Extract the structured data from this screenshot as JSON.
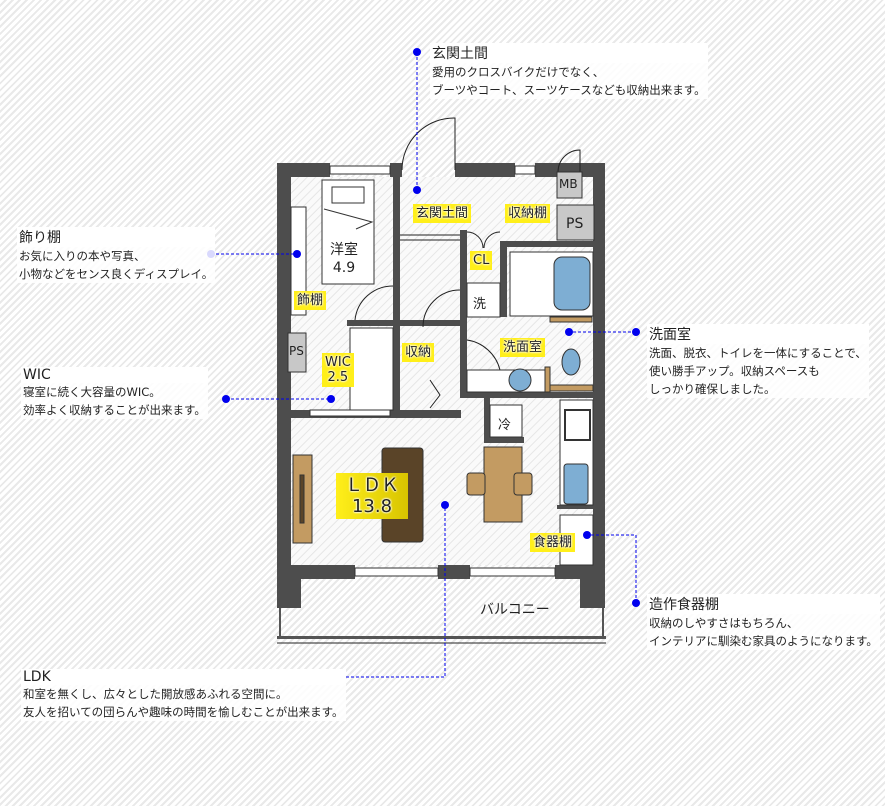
{
  "rooms": {
    "bedroom": {
      "name": "洋室",
      "size": "4.9"
    },
    "wic": {
      "name": "WIC",
      "size": "2.5"
    },
    "ldk": {
      "name": "ＬＤＫ",
      "size": "13.8"
    },
    "entrance": "玄関土間",
    "entrance_shelf": "収納棚",
    "deco_shelf": "飾棚",
    "closet": "CL",
    "storage": "収納",
    "washer": "洗",
    "washroom": "洗面室",
    "fridge": "冷",
    "dish_shelf": "食器棚",
    "balcony": "バルコニー",
    "mb": "MB",
    "ps1": "PS",
    "ps2": "PS"
  },
  "callouts": {
    "entrance": {
      "title": "玄関土間",
      "lines": [
        "愛用のクロスバイクだけでなく、",
        "ブーツやコート、スーツケースなども収納出来ます。"
      ]
    },
    "deco": {
      "title": "飾り棚",
      "lines": [
        "お気に入りの本や写真、",
        "小物などをセンス良くディスプレイ。"
      ]
    },
    "wic": {
      "title": "WIC",
      "lines": [
        "寝室に続く大容量のWIC。",
        "効率よく収納することが出来ます。"
      ]
    },
    "wash": {
      "title": "洗面室",
      "lines": [
        "洗面、脱衣、トイレを一体にすることで、",
        "使い勝手アップ。収納スペースも",
        "しっかり確保しました。"
      ]
    },
    "dish": {
      "title": "造作食器棚",
      "lines": [
        "収納のしやすさはもちろん、",
        "インテリアに馴染む家具のようになります。"
      ]
    },
    "ldk": {
      "title": "LDK",
      "lines": [
        "和室を無くし、広々とした開放感あふれる空間に。",
        "友人を招いての団らんや趣味の時間を愉しむことが出来ます。"
      ]
    }
  },
  "colors": {
    "wall": "#4d4d4d",
    "accent": "#0000ee",
    "label": "#ffef1a",
    "wood": "#c39b62",
    "sofa": "#5a4428",
    "water": "#7eaed3"
  }
}
